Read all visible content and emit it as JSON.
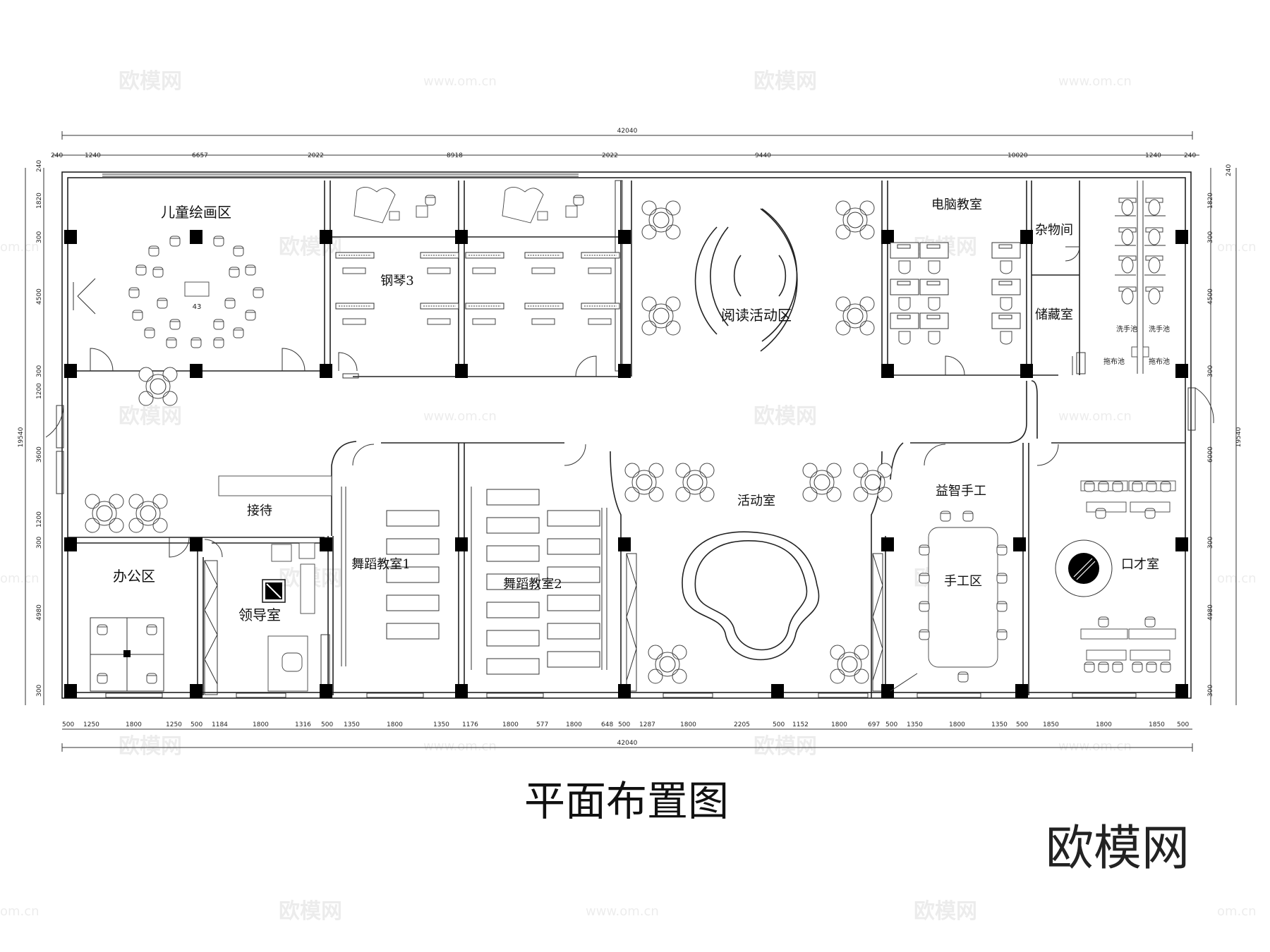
{
  "drawing_title": "平面布置图",
  "brand": "欧模网",
  "watermark": {
    "text": "欧模网",
    "url": "www.om.cn",
    "url_short": "om.cn"
  },
  "rooms": {
    "children_painting": "儿童绘画区",
    "painting_seat_label": "43",
    "piano": "钢琴3",
    "reading": "阅读活动区",
    "computer": "电脑教室",
    "utility": "杂物间",
    "storage": "储藏室",
    "wash_left": "洗手池",
    "wash_right": "洗手池",
    "mop_left": "拖布池",
    "mop_right": "拖布池",
    "reception": "接待",
    "office": "办公区",
    "leader": "领导室",
    "dance1": "舞蹈教室1",
    "dance2": "舞蹈教室2",
    "activity": "活动室",
    "puzzle": "益智手工",
    "handcraft": "手工区",
    "speech": "口才室"
  },
  "dimensions": {
    "total_top": "42040",
    "total_bottom": "42040",
    "top_segments": [
      "240",
      "1240",
      "6657",
      "2022",
      "8918",
      "2022",
      "9440",
      "10020",
      "1240",
      "240"
    ],
    "bottom_segments": [
      "500",
      "1250",
      "1800",
      "1250",
      "500",
      "1184",
      "1800",
      "1316",
      "500",
      "1350",
      "1800",
      "1350",
      "1176",
      "1800",
      "577",
      "1800",
      "648",
      "500",
      "1287",
      "1800",
      "2205",
      "500",
      "1152",
      "1800",
      "697",
      "500",
      "1350",
      "1800",
      "1350",
      "500",
      "1850",
      "1800",
      "1850",
      "500"
    ],
    "left_total": "19540",
    "right_total": "19540",
    "left_segments": [
      "240",
      "1820",
      "300",
      "4500",
      "300",
      "1200",
      "3600",
      "1200",
      "300",
      "4980",
      "300"
    ],
    "right_segments": [
      "240",
      "1820",
      "300",
      "4500",
      "300",
      "6000",
      "300",
      "4980",
      "300"
    ]
  }
}
